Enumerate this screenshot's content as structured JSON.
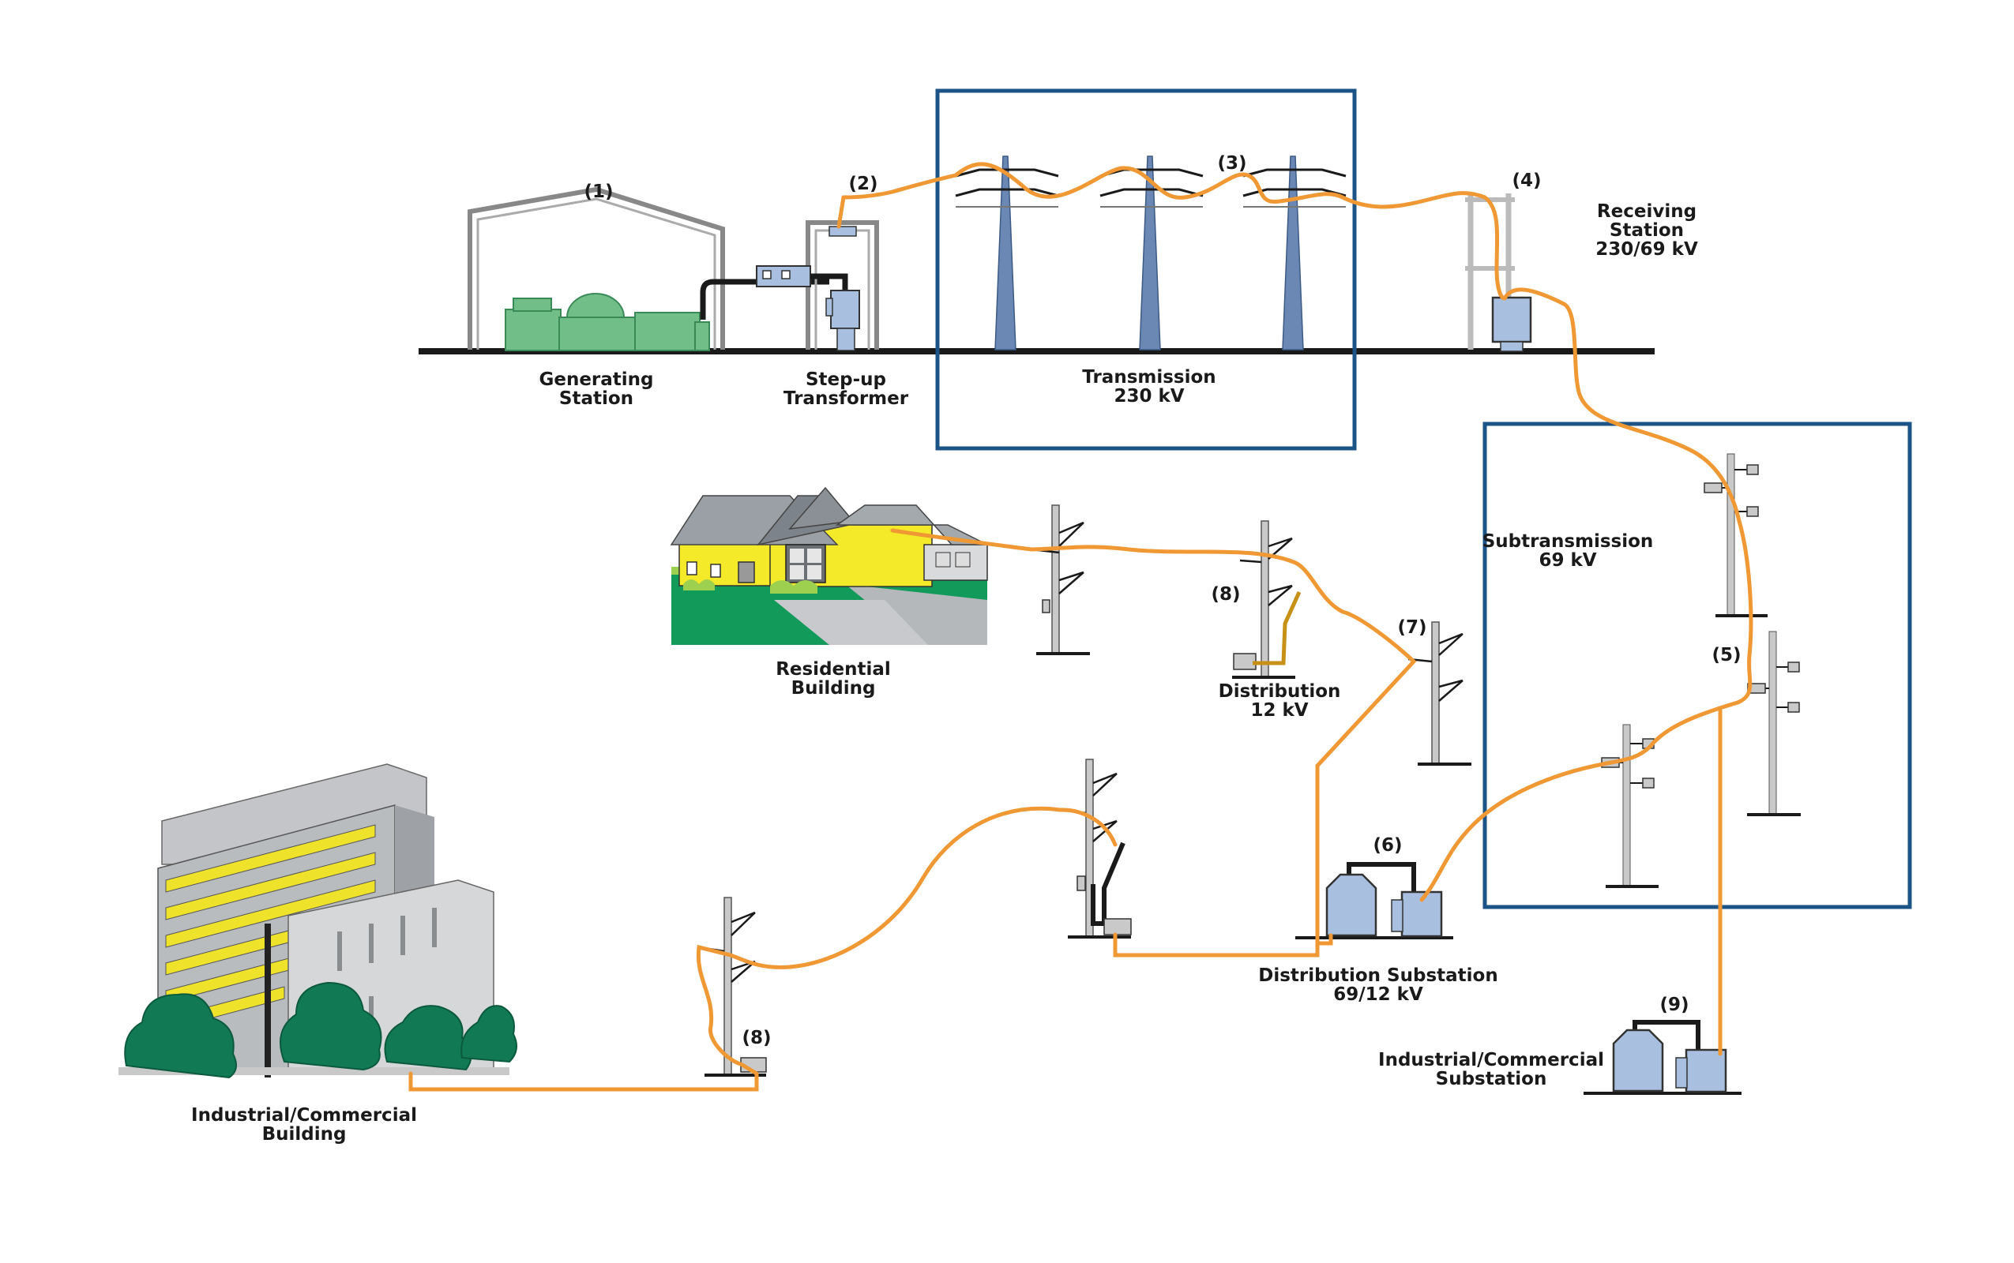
{
  "labels": {
    "n1": "(1)",
    "n2": "(2)",
    "n3": "(3)",
    "n4": "(4)",
    "n5": "(5)",
    "n6": "(6)",
    "n7": "(7)",
    "n8a": "(8)",
    "n8b": "(8)",
    "n9": "(9)",
    "gen_1": "Generating",
    "gen_2": "Station",
    "stepup_1": "Step-up",
    "stepup_2": "Transformer",
    "trans_1": "Transmission",
    "trans_2": "230 kV",
    "recv_1": "Receiving",
    "recv_2": "Station",
    "recv_3": "230/69 kV",
    "sub_1": "Subtransmission",
    "sub_2": "69 kV",
    "dist_1": "Distribution",
    "dist_2": "12 kV",
    "distsub_1": "Distribution Substation",
    "distsub_2": "69/12 kV",
    "res_1": "Residential",
    "res_2": "Building",
    "ind_1": "Industrial/Commercial",
    "ind_2": "Building",
    "indsub_1": "Industrial/Commercial",
    "indsub_2": "Substation"
  },
  "colors": {
    "line": "#ef9834",
    "box": "#1d5487",
    "tower": "#6b88b5",
    "transformer": "#a9bfe0",
    "generator": "#72be88",
    "tree": "#117a55",
    "house": "#f4ea2a",
    "roof": "#9aa0a6",
    "lawn": "#129a5a",
    "building": "#c3c5c8",
    "window": "#eee22b"
  }
}
